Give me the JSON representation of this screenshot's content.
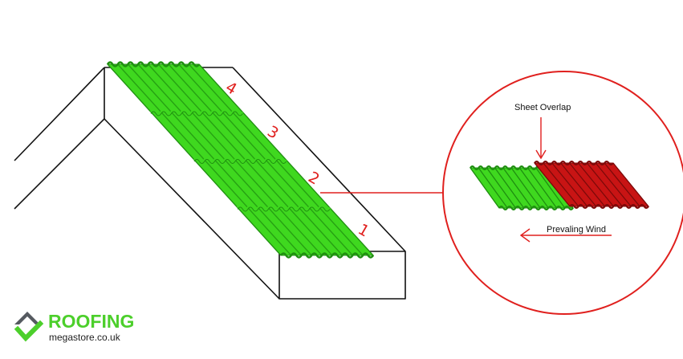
{
  "diagram": {
    "sheet_numbers": [
      "1",
      "2",
      "3",
      "4"
    ],
    "callout": {
      "overlap_label": "Sheet Overlap",
      "wind_label": "Prevaling Wind"
    }
  },
  "logo": {
    "word": "ROOFING",
    "sub": "megastore.co.uk"
  },
  "colors": {
    "sheet_green": "#3fd81f",
    "sheet_green_dark": "#1f8f10",
    "sheet_red": "#c81414",
    "callout_red": "#e0201e",
    "logo_grey": "#555a60",
    "logo_green": "#4ccf2b"
  }
}
